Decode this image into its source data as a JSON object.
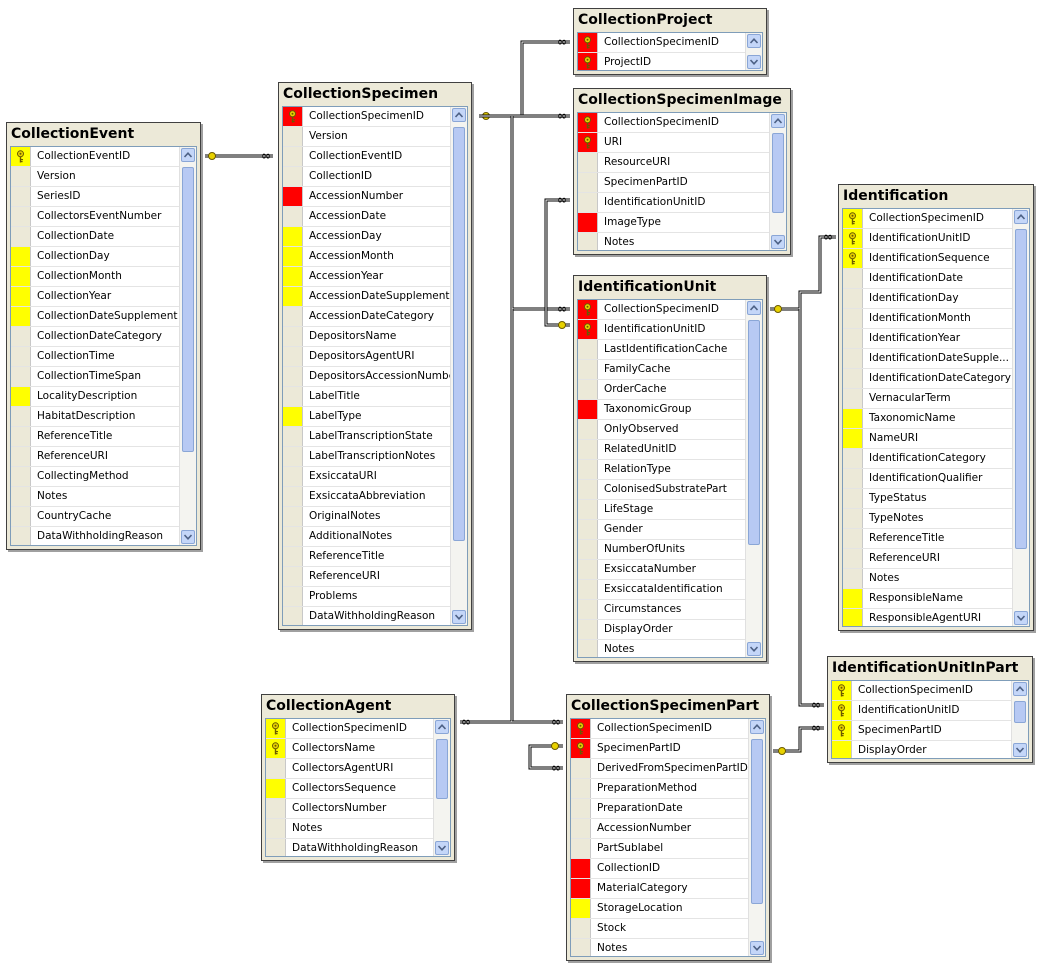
{
  "diagram": {
    "tables": [
      {
        "id": "CollectionEvent",
        "title": "CollectionEvent",
        "fields": [
          {
            "name": "CollectionEventID",
            "marker": "key-yellow"
          },
          {
            "name": "Version",
            "marker": "none"
          },
          {
            "name": "SeriesID",
            "marker": "none"
          },
          {
            "name": "CollectorsEventNumber",
            "marker": "none"
          },
          {
            "name": "CollectionDate",
            "marker": "none"
          },
          {
            "name": "CollectionDay",
            "marker": "yellow"
          },
          {
            "name": "CollectionMonth",
            "marker": "yellow"
          },
          {
            "name": "CollectionYear",
            "marker": "yellow"
          },
          {
            "name": "CollectionDateSupplement",
            "marker": "yellow"
          },
          {
            "name": "CollectionDateCategory",
            "marker": "none"
          },
          {
            "name": "CollectionTime",
            "marker": "none"
          },
          {
            "name": "CollectionTimeSpan",
            "marker": "none"
          },
          {
            "name": "LocalityDescription",
            "marker": "yellow"
          },
          {
            "name": "HabitatDescription",
            "marker": "none"
          },
          {
            "name": "ReferenceTitle",
            "marker": "none"
          },
          {
            "name": "ReferenceURI",
            "marker": "none"
          },
          {
            "name": "CollectingMethod",
            "marker": "none"
          },
          {
            "name": "Notes",
            "marker": "none"
          },
          {
            "name": "CountryCache",
            "marker": "none"
          },
          {
            "name": "DataWithholdingReason",
            "marker": "none"
          }
        ]
      },
      {
        "id": "CollectionSpecimen",
        "title": "CollectionSpecimen",
        "fields": [
          {
            "name": "CollectionSpecimenID",
            "marker": "key-red"
          },
          {
            "name": "Version",
            "marker": "none"
          },
          {
            "name": "CollectionEventID",
            "marker": "none"
          },
          {
            "name": "CollectionID",
            "marker": "none"
          },
          {
            "name": "AccessionNumber",
            "marker": "red"
          },
          {
            "name": "AccessionDate",
            "marker": "none"
          },
          {
            "name": "AccessionDay",
            "marker": "yellow"
          },
          {
            "name": "AccessionMonth",
            "marker": "yellow"
          },
          {
            "name": "AccessionYear",
            "marker": "yellow"
          },
          {
            "name": "AccessionDateSupplement",
            "marker": "yellow"
          },
          {
            "name": "AccessionDateCategory",
            "marker": "none"
          },
          {
            "name": "DepositorsName",
            "marker": "none"
          },
          {
            "name": "DepositorsAgentURI",
            "marker": "none"
          },
          {
            "name": "DepositorsAccessionNumber",
            "marker": "none"
          },
          {
            "name": "LabelTitle",
            "marker": "none"
          },
          {
            "name": "LabelType",
            "marker": "yellow"
          },
          {
            "name": "LabelTranscriptionState",
            "marker": "none"
          },
          {
            "name": "LabelTranscriptionNotes",
            "marker": "none"
          },
          {
            "name": "ExsiccataURI",
            "marker": "none"
          },
          {
            "name": "ExsiccataAbbreviation",
            "marker": "none"
          },
          {
            "name": "OriginalNotes",
            "marker": "none"
          },
          {
            "name": "AdditionalNotes",
            "marker": "none"
          },
          {
            "name": "ReferenceTitle",
            "marker": "none"
          },
          {
            "name": "ReferenceURI",
            "marker": "none"
          },
          {
            "name": "Problems",
            "marker": "none"
          },
          {
            "name": "DataWithholdingReason",
            "marker": "none"
          }
        ]
      },
      {
        "id": "CollectionProject",
        "title": "CollectionProject",
        "fields": [
          {
            "name": "CollectionSpecimenID",
            "marker": "key-red"
          },
          {
            "name": "ProjectID",
            "marker": "key-red"
          }
        ]
      },
      {
        "id": "CollectionSpecimenImage",
        "title": "CollectionSpecimenImage",
        "fields": [
          {
            "name": "CollectionSpecimenID",
            "marker": "key-red"
          },
          {
            "name": "URI",
            "marker": "key-red"
          },
          {
            "name": "ResourceURI",
            "marker": "none"
          },
          {
            "name": "SpecimenPartID",
            "marker": "none"
          },
          {
            "name": "IdentificationUnitID",
            "marker": "none"
          },
          {
            "name": "ImageType",
            "marker": "red"
          },
          {
            "name": "Notes",
            "marker": "none"
          }
        ]
      },
      {
        "id": "IdentificationUnit",
        "title": "IdentificationUnit",
        "fields": [
          {
            "name": "CollectionSpecimenID",
            "marker": "key-red"
          },
          {
            "name": "IdentificationUnitID",
            "marker": "key-red"
          },
          {
            "name": "LastIdentificationCache",
            "marker": "none"
          },
          {
            "name": "FamilyCache",
            "marker": "none"
          },
          {
            "name": "OrderCache",
            "marker": "none"
          },
          {
            "name": "TaxonomicGroup",
            "marker": "red"
          },
          {
            "name": "OnlyObserved",
            "marker": "none"
          },
          {
            "name": "RelatedUnitID",
            "marker": "none"
          },
          {
            "name": "RelationType",
            "marker": "none"
          },
          {
            "name": "ColonisedSubstratePart",
            "marker": "none"
          },
          {
            "name": "LifeStage",
            "marker": "none"
          },
          {
            "name": "Gender",
            "marker": "none"
          },
          {
            "name": "NumberOfUnits",
            "marker": "none"
          },
          {
            "name": "ExsiccataNumber",
            "marker": "none"
          },
          {
            "name": "ExsiccataIdentification",
            "marker": "none"
          },
          {
            "name": "Circumstances",
            "marker": "none"
          },
          {
            "name": "DisplayOrder",
            "marker": "none"
          },
          {
            "name": "Notes",
            "marker": "none"
          }
        ]
      },
      {
        "id": "Identification",
        "title": "Identification",
        "fields": [
          {
            "name": "CollectionSpecimenID",
            "marker": "key-yellow"
          },
          {
            "name": "IdentificationUnitID",
            "marker": "key-yellow"
          },
          {
            "name": "IdentificationSequence",
            "marker": "key-yellow"
          },
          {
            "name": "IdentificationDate",
            "marker": "none"
          },
          {
            "name": "IdentificationDay",
            "marker": "none"
          },
          {
            "name": "IdentificationMonth",
            "marker": "none"
          },
          {
            "name": "IdentificationYear",
            "marker": "none"
          },
          {
            "name": "IdentificationDateSupple...",
            "marker": "none"
          },
          {
            "name": "IdentificationDateCategory",
            "marker": "none"
          },
          {
            "name": "VernacularTerm",
            "marker": "none"
          },
          {
            "name": "TaxonomicName",
            "marker": "yellow"
          },
          {
            "name": "NameURI",
            "marker": "yellow"
          },
          {
            "name": "IdentificationCategory",
            "marker": "none"
          },
          {
            "name": "IdentificationQualifier",
            "marker": "none"
          },
          {
            "name": "TypeStatus",
            "marker": "none"
          },
          {
            "name": "TypeNotes",
            "marker": "none"
          },
          {
            "name": "ReferenceTitle",
            "marker": "none"
          },
          {
            "name": "ReferenceURI",
            "marker": "none"
          },
          {
            "name": "Notes",
            "marker": "none"
          },
          {
            "name": "ResponsibleName",
            "marker": "yellow"
          },
          {
            "name": "ResponsibleAgentURI",
            "marker": "yellow"
          }
        ]
      },
      {
        "id": "IdentificationUnitInPart",
        "title": "IdentificationUnitInPart",
        "fields": [
          {
            "name": "CollectionSpecimenID",
            "marker": "key-yellow"
          },
          {
            "name": "IdentificationUnitID",
            "marker": "key-yellow"
          },
          {
            "name": "SpecimenPartID",
            "marker": "key-yellow"
          },
          {
            "name": "DisplayOrder",
            "marker": "yellow"
          }
        ]
      },
      {
        "id": "CollectionAgent",
        "title": "CollectionAgent",
        "fields": [
          {
            "name": "CollectionSpecimenID",
            "marker": "key-yellow"
          },
          {
            "name": "CollectorsName",
            "marker": "key-yellow"
          },
          {
            "name": "CollectorsAgentURI",
            "marker": "none"
          },
          {
            "name": "CollectorsSequence",
            "marker": "yellow"
          },
          {
            "name": "CollectorsNumber",
            "marker": "none"
          },
          {
            "name": "Notes",
            "marker": "none"
          },
          {
            "name": "DataWithholdingReason",
            "marker": "none"
          }
        ]
      },
      {
        "id": "CollectionSpecimenPart",
        "title": "CollectionSpecimenPart",
        "fields": [
          {
            "name": "CollectionSpecimenID",
            "marker": "key-red"
          },
          {
            "name": "SpecimenPartID",
            "marker": "key-red"
          },
          {
            "name": "DerivedFromSpecimenPartID",
            "marker": "none"
          },
          {
            "name": "PreparationMethod",
            "marker": "none"
          },
          {
            "name": "PreparationDate",
            "marker": "none"
          },
          {
            "name": "AccessionNumber",
            "marker": "none"
          },
          {
            "name": "PartSublabel",
            "marker": "none"
          },
          {
            "name": "CollectionID",
            "marker": "red"
          },
          {
            "name": "MaterialCategory",
            "marker": "red"
          },
          {
            "name": "StorageLocation",
            "marker": "yellow"
          },
          {
            "name": "Stock",
            "marker": "none"
          },
          {
            "name": "Notes",
            "marker": "none"
          }
        ]
      }
    ],
    "relationships": [
      {
        "from": "CollectionEvent",
        "to": "CollectionSpecimen"
      },
      {
        "from": "CollectionSpecimen",
        "to": "CollectionProject"
      },
      {
        "from": "CollectionSpecimen",
        "to": "CollectionSpecimenImage"
      },
      {
        "from": "CollectionSpecimen",
        "to": "IdentificationUnit"
      },
      {
        "from": "CollectionSpecimen",
        "to": "CollectionAgent"
      },
      {
        "from": "CollectionSpecimen",
        "to": "CollectionSpecimenPart"
      },
      {
        "from": "IdentificationUnit",
        "to": "CollectionSpecimenImage"
      },
      {
        "from": "IdentificationUnit",
        "to": "Identification"
      },
      {
        "from": "IdentificationUnit",
        "to": "IdentificationUnitInPart"
      },
      {
        "from": "CollectionSpecimenPart",
        "to": "IdentificationUnitInPart"
      },
      {
        "from": "CollectionSpecimenPart",
        "to": "CollectionSpecimenPart"
      }
    ],
    "colors": {
      "primary_key": "#ff0000",
      "indexed": "#ffff00",
      "title_bar": "#ece9d8",
      "scroll": "#b7c9f3"
    }
  }
}
